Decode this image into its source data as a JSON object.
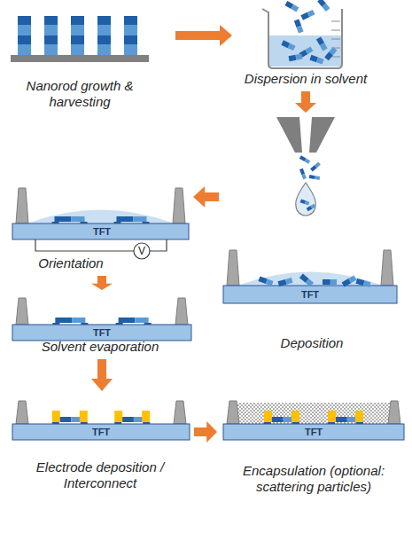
{
  "diagram": {
    "nodes": [
      {
        "text": [
          "Nanorod growth & harvesting"
        ]
      },
      {
        "text": [
          "Dispersion in solvent"
        ]
      },
      {
        "text": [
          "Deposition"
        ]
      },
      {
        "text": [
          "Orientation"
        ]
      },
      {
        "text": [
          "Solvent evaporation"
        ]
      },
      {
        "text": [
          "Electrode deposition / Interconnect"
        ]
      },
      {
        "text": [
          "Encapsulation (optional: scattering particles)"
        ]
      }
    ],
    "edges": [
      {
        "from": 0,
        "to": 1,
        "arrow": "to"
      },
      {
        "from": 1,
        "to": 2,
        "arrow": "to"
      },
      {
        "from": 2,
        "to": 3,
        "arrow": "to"
      },
      {
        "from": 3,
        "to": 4,
        "arrow": "to"
      },
      {
        "from": 4,
        "to": 5,
        "arrow": "to"
      },
      {
        "from": 5,
        "to": 6,
        "arrow": "to"
      }
    ],
    "labels": [
      "TFT",
      "TFT",
      "V",
      "TFT",
      "TFT",
      "TFT"
    ]
  }
}
